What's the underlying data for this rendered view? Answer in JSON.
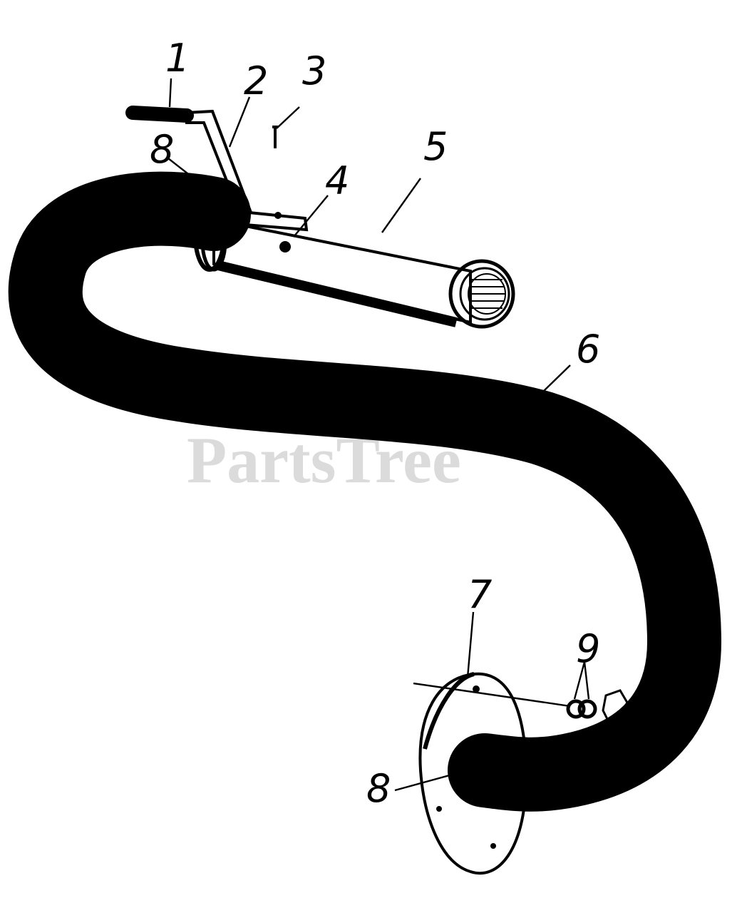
{
  "watermark": "PartsTree",
  "callouts": [
    {
      "id": "c1",
      "label": "1"
    },
    {
      "id": "c2",
      "label": "2"
    },
    {
      "id": "c3",
      "label": "3"
    },
    {
      "id": "c4",
      "label": "4"
    },
    {
      "id": "c5",
      "label": "5"
    },
    {
      "id": "c6",
      "label": "6"
    },
    {
      "id": "c7",
      "label": "7"
    },
    {
      "id": "c8a",
      "label": "8"
    },
    {
      "id": "c8b",
      "label": "8"
    },
    {
      "id": "c9",
      "label": "9"
    }
  ],
  "parts": {
    "handle_grip": "1",
    "handle_bracket": "2",
    "screw": "3",
    "nut": "4",
    "nozzle_tube": "5",
    "flex_hose": "6",
    "flange_plate": "7",
    "hose_clamp": "8",
    "hardware_pair": "9"
  },
  "colors": {
    "ink": "#000000",
    "paper": "#ffffff",
    "watermark": "#cfcfcf"
  }
}
